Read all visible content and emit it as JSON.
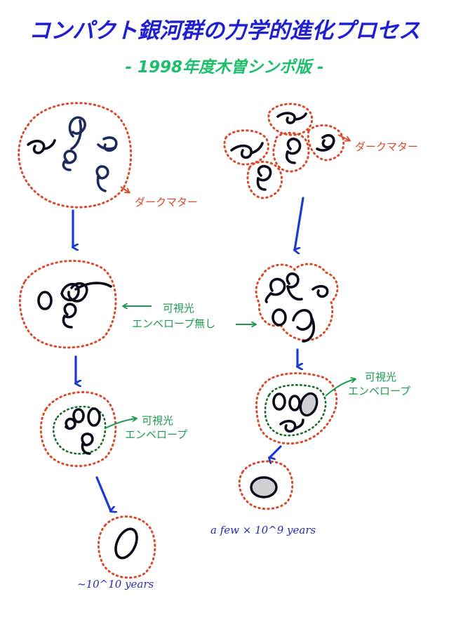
{
  "header": {
    "title": "コンパクト銀河群の力学的進化プロセス",
    "subtitle": "- 1998年度木曽シンポ版 -"
  },
  "labels": {
    "dark_matter_left": "ダークマター",
    "dark_matter_right": "ダークマター",
    "no_envelope_line1": "可視光",
    "no_envelope_line2": "エンベロープ無し",
    "envelope_left_line1": "可視光",
    "envelope_left_line2": "エンベロープ",
    "envelope_right_line1": "可視光",
    "envelope_right_line2": "エンベロープ"
  },
  "timescales": {
    "left": "~10^10 years",
    "right": "a few × 10^9 years"
  },
  "colors": {
    "title": "#2020d0",
    "subtitle": "#1cbf6a",
    "dark_matter": "#d84a2a",
    "visible_envelope": "#1c9a52",
    "arrow": "#1a3ad0",
    "timescale": "#2a2ab0"
  }
}
